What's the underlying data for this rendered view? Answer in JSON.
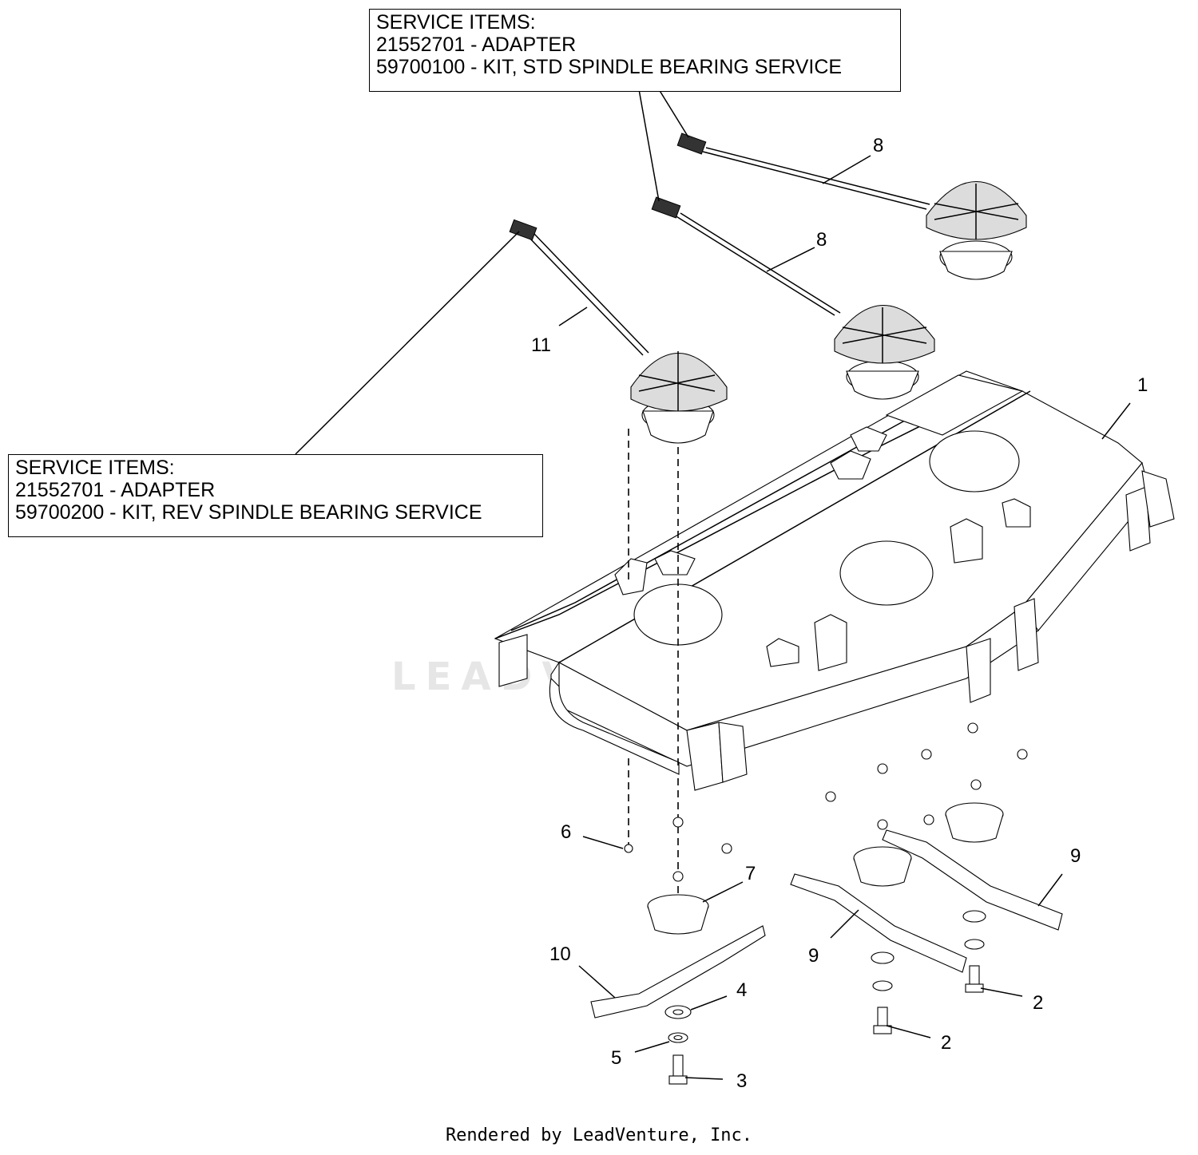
{
  "service_boxes": {
    "std": {
      "lines": [
        "SERVICE ITEMS:",
        "21552701 - ADAPTER",
        "59700100 - KIT, STD SPINDLE BEARING SERVICE"
      ]
    },
    "rev": {
      "lines": [
        "SERVICE ITEMS:",
        "21552701 - ADAPTER",
        "59700200 - KIT, REV SPINDLE BEARING SERVICE"
      ]
    }
  },
  "callouts": {
    "c1": "1",
    "c2a": "2",
    "c2b": "2",
    "c3": "3",
    "c4": "4",
    "c5": "5",
    "c6": "6",
    "c7": "7",
    "c8a": "8",
    "c8b": "8",
    "c9a": "9",
    "c9b": "9",
    "c10": "10",
    "c11": "11"
  },
  "watermark": "LEADVENTURE",
  "footer": "Rendered by LeadVenture, Inc."
}
